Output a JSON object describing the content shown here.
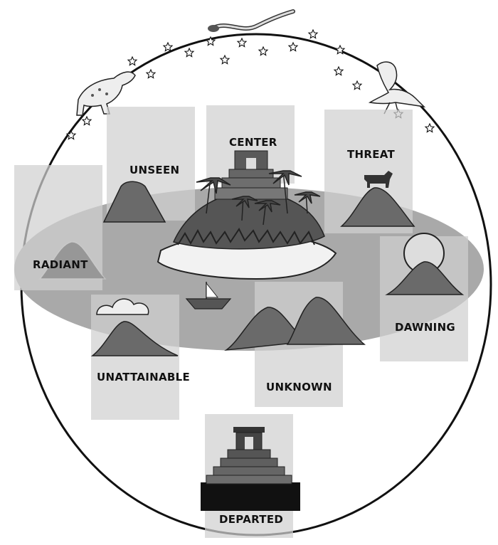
{
  "diagram": {
    "labels": {
      "center": "CENTER",
      "unseen": "UNSEEN",
      "threat": "THREAT",
      "radiant": "RADIANT",
      "dawning": "DAWNING",
      "unattainable": "UNATTAINABLE",
      "unknown": "UNKNOWN",
      "departed": "DEPARTED"
    },
    "colors": {
      "sea": "#a9a9a9",
      "panel": "#c4c4c4",
      "mountain": "#6a6a6a",
      "outline": "#111111"
    }
  }
}
